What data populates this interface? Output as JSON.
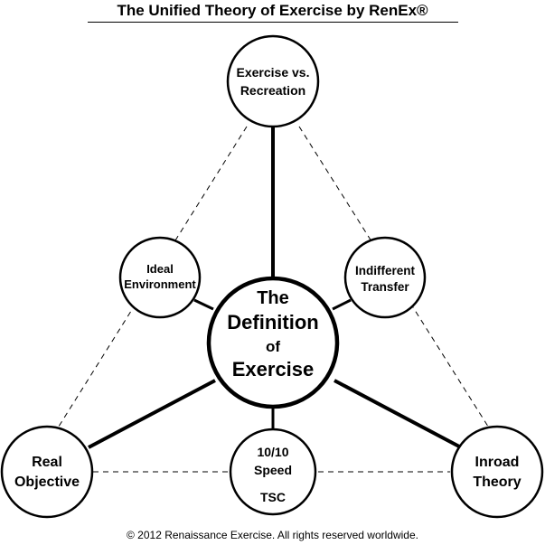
{
  "header": {
    "title": "The Unified Theory of Exercise by RenEx®"
  },
  "center_node": {
    "line1": "The",
    "line2": "Definition",
    "line3": "of",
    "line4": "Exercise"
  },
  "nodes": {
    "top": {
      "line1": "Exercise vs.",
      "line2": "Recreation"
    },
    "upper_left": {
      "line1": "Ideal",
      "line2": "Environment"
    },
    "upper_right": {
      "line1": "Indifferent",
      "line2": "Transfer"
    },
    "bottom_left": {
      "line1": "Real",
      "line2": "Objective"
    },
    "bottom_right": {
      "line1": "Inroad",
      "line2": "Theory"
    },
    "bottom_center": {
      "line1": "10/10",
      "line2": "Speed",
      "line3": "TSC"
    }
  },
  "footer": {
    "copyright": "© 2012 Renaissance Exercise. All rights reserved worldwide."
  }
}
